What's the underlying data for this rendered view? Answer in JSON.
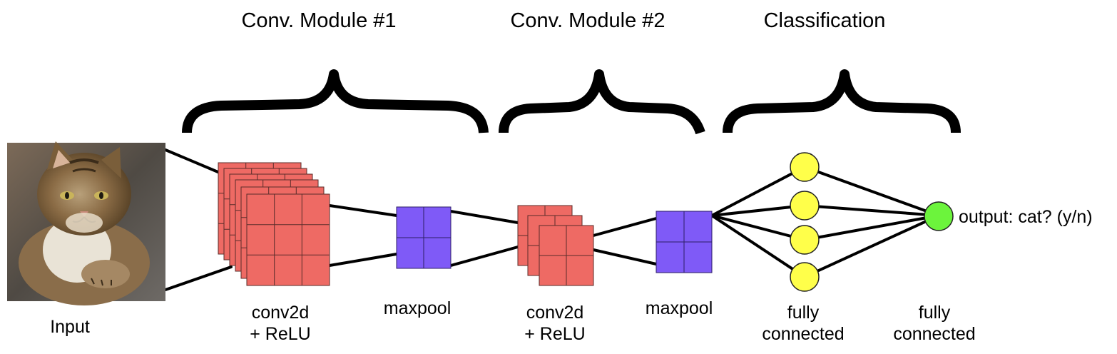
{
  "modules": {
    "conv1": "Conv. Module #1",
    "conv2": "Conv. Module #2",
    "classification": "Classification"
  },
  "labels": {
    "input": "Input",
    "conv2d_1_line1": "conv2d",
    "conv2d_1_line2": "+ ReLU",
    "maxpool_1": "maxpool",
    "conv2d_2_line1": "conv2d",
    "conv2d_2_line2": "+ ReLU",
    "maxpool_2": "maxpool",
    "fc_1_line1": "fully",
    "fc_1_line2": "connected",
    "fc_2_line1": "fully",
    "fc_2_line2": "connected",
    "output": "output: cat? (y/n)"
  },
  "colors": {
    "conv_block": "#ee6a64",
    "maxpool_block": "#7f5af7",
    "hidden_node": "#ffff4a",
    "output_node": "#6cf43c",
    "lines": "#000000"
  },
  "icons": {
    "input_image": "cat-photo"
  }
}
